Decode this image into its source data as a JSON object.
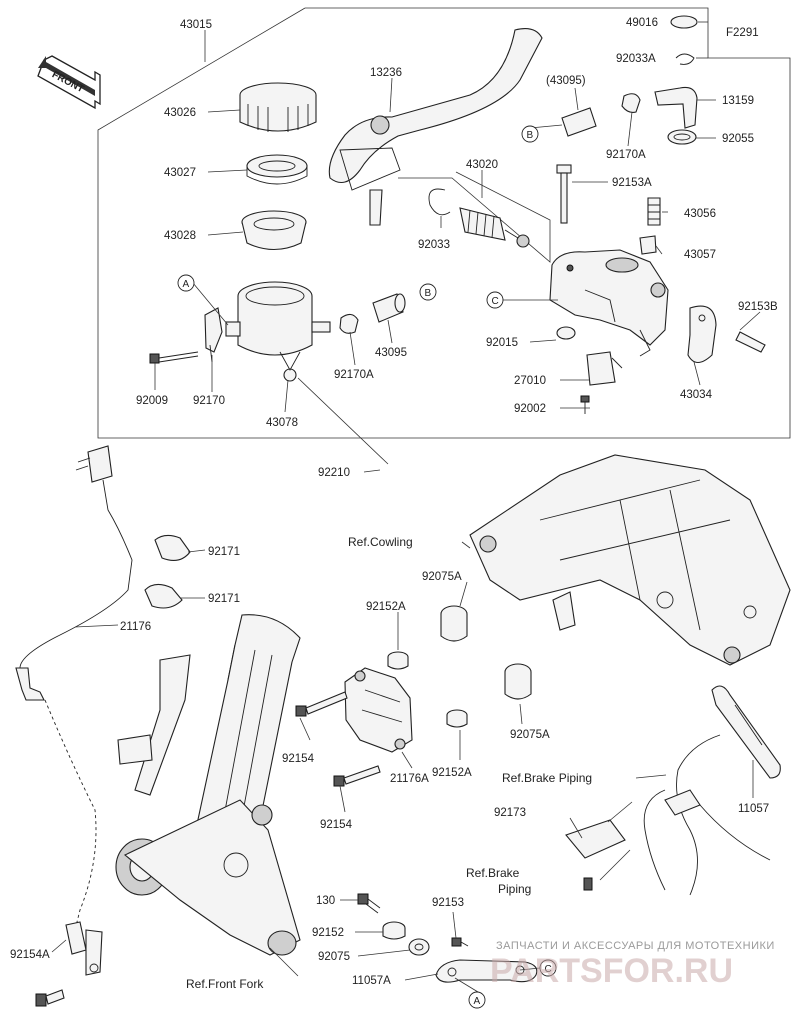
{
  "diagram_code": "F2291",
  "front_arrow": "FRONT",
  "watermark": {
    "line1": "ЗАПЧАСТИ И АКСЕССУАРЫ ДЛЯ МОТОТЕХНИКИ",
    "line2": "PARTSFOR.RU"
  },
  "labels": {
    "p43015": "43015",
    "p43026": "43026",
    "p43027": "43027",
    "p43028": "43028",
    "p13236": "13236",
    "p43020": "43020",
    "p92033": "92033",
    "p49016": "49016",
    "p92033A": "92033A",
    "p43095par": "(43095)",
    "p13159": "13159",
    "p92170A_top": "92170A",
    "p92055": "92055",
    "p92153A": "92153A",
    "p43056": "43056",
    "p43057": "43057",
    "p92153B": "92153B",
    "p92015": "92015",
    "p27010": "27010",
    "p92002": "92002",
    "p43034": "43034",
    "p92009": "92009",
    "p92170": "92170",
    "p43078": "43078",
    "p92170A": "92170A",
    "p43095": "43095",
    "p92210": "92210",
    "p92171a": "92171",
    "p92171b": "92171",
    "p21176": "21176",
    "p92075A_top": "92075A",
    "p92152A_top": "92152A",
    "p92154_top": "92154",
    "p21176A": "21176A",
    "p92152A_bot": "92152A",
    "p92075A_bot": "92075A",
    "p92154_bot": "92154",
    "p11057": "11057",
    "p92173": "92173",
    "p130": "130",
    "p92152": "92152",
    "p92153": "92153",
    "p92075": "92075",
    "p11057A": "11057A",
    "p92154A": "92154A"
  },
  "refs": {
    "cowling": "Ref.Cowling",
    "brake_piping_1": "Ref.Brake Piping",
    "brake_piping_2a": "Ref.Brake",
    "brake_piping_2b": "Piping",
    "front_fork": "Ref.Front Fork"
  },
  "circles": {
    "A1": "A",
    "B1": "B",
    "B2": "B",
    "C1": "C",
    "A2": "A",
    "C2": "C"
  }
}
